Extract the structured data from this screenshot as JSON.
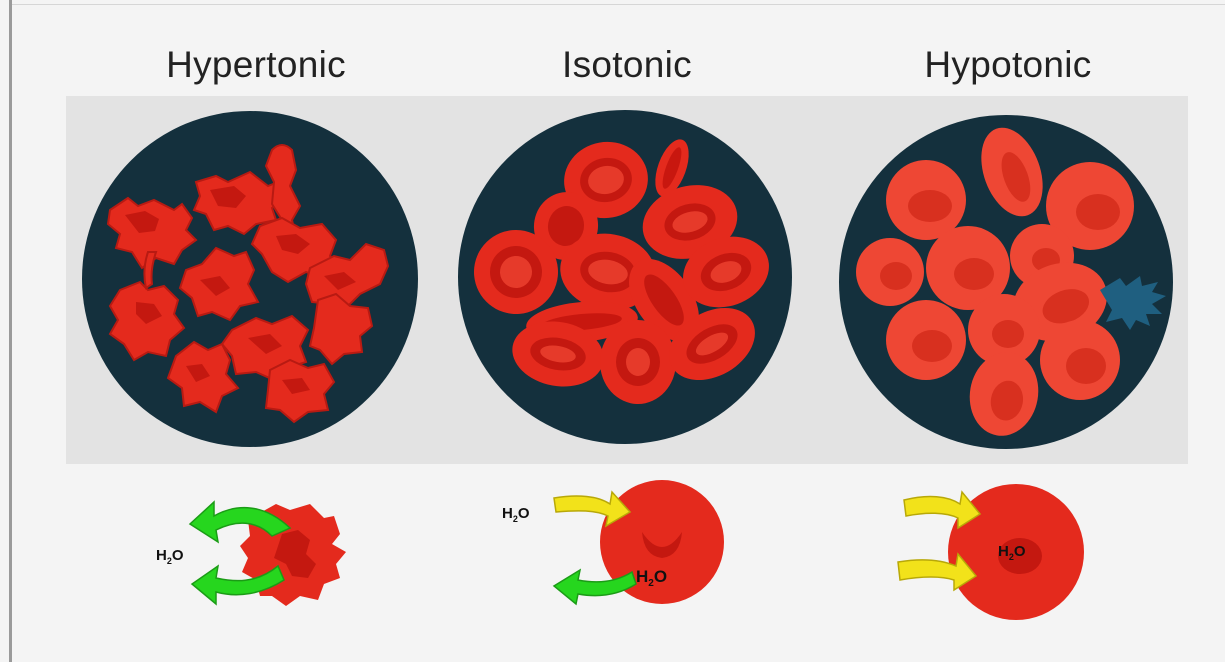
{
  "panels": [
    {
      "title": "Hypertonic"
    },
    {
      "title": "Isotonic"
    },
    {
      "title": "Hypotonic"
    }
  ],
  "water": {
    "h2o": "H",
    "h2o_sub": "2",
    "h2o_o": "O"
  },
  "colors": {
    "backdrop": "#e3e3e3",
    "dish": "#14303d",
    "cell_outer": "#e42a1d",
    "cell_inner": "#c41810",
    "arrow_out": "#26d61e",
    "arrow_in": "#f2e21a"
  }
}
